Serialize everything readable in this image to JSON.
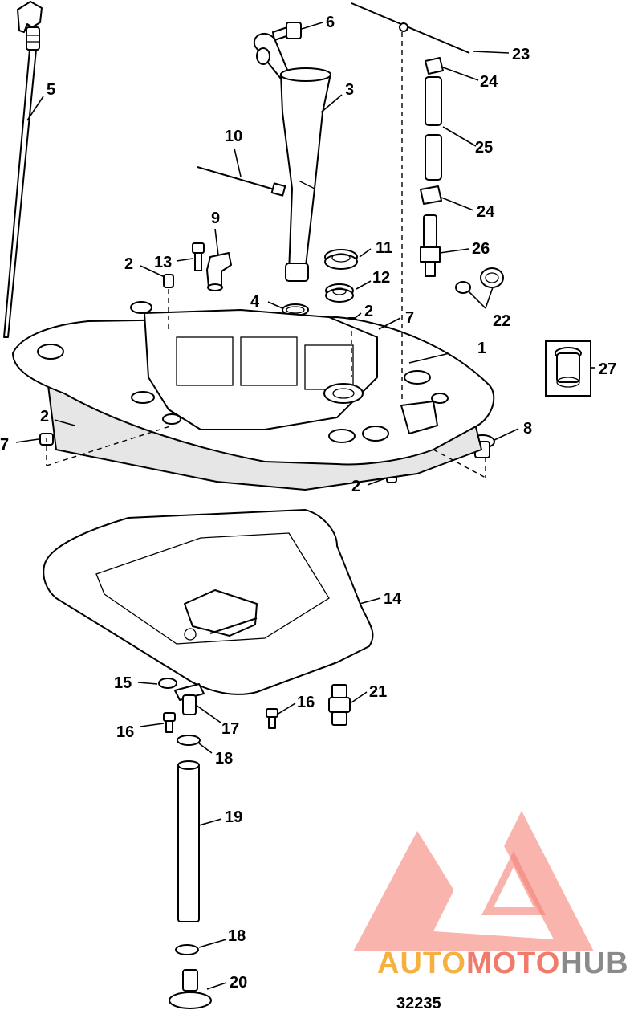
{
  "figure_number": "32235",
  "callouts": [
    {
      "id": "c1",
      "text": "1"
    },
    {
      "id": "c2a",
      "text": "2"
    },
    {
      "id": "c2b",
      "text": "2"
    },
    {
      "id": "c2c",
      "text": "2"
    },
    {
      "id": "c2d",
      "text": "2"
    },
    {
      "id": "c3",
      "text": "3"
    },
    {
      "id": "c4",
      "text": "4"
    },
    {
      "id": "c5",
      "text": "5"
    },
    {
      "id": "c6",
      "text": "6"
    },
    {
      "id": "c7a",
      "text": "7"
    },
    {
      "id": "c7b",
      "text": "7"
    },
    {
      "id": "c8",
      "text": "8"
    },
    {
      "id": "c9",
      "text": "9"
    },
    {
      "id": "c10",
      "text": "10"
    },
    {
      "id": "c11",
      "text": "11"
    },
    {
      "id": "c12",
      "text": "12"
    },
    {
      "id": "c13",
      "text": "13"
    },
    {
      "id": "c14",
      "text": "14"
    },
    {
      "id": "c15",
      "text": "15"
    },
    {
      "id": "c16a",
      "text": "16"
    },
    {
      "id": "c16b",
      "text": "16"
    },
    {
      "id": "c17",
      "text": "17"
    },
    {
      "id": "c18a",
      "text": "18"
    },
    {
      "id": "c18b",
      "text": "18"
    },
    {
      "id": "c19",
      "text": "19"
    },
    {
      "id": "c20",
      "text": "20"
    },
    {
      "id": "c21",
      "text": "21"
    },
    {
      "id": "c22",
      "text": "22"
    },
    {
      "id": "c23",
      "text": "23"
    },
    {
      "id": "c24a",
      "text": "24"
    },
    {
      "id": "c24b",
      "text": "24"
    },
    {
      "id": "c25",
      "text": "25"
    },
    {
      "id": "c26",
      "text": "26"
    },
    {
      "id": "c27",
      "text": "27"
    }
  ],
  "watermark": {
    "part1": "AUTO",
    "part2": "MOTO",
    "part3": "HUB",
    "color_part1": "#f5b040",
    "color_part2": "#f27a6a",
    "color_part3": "#8a8a8a",
    "logo_color": "#f26a5e"
  }
}
